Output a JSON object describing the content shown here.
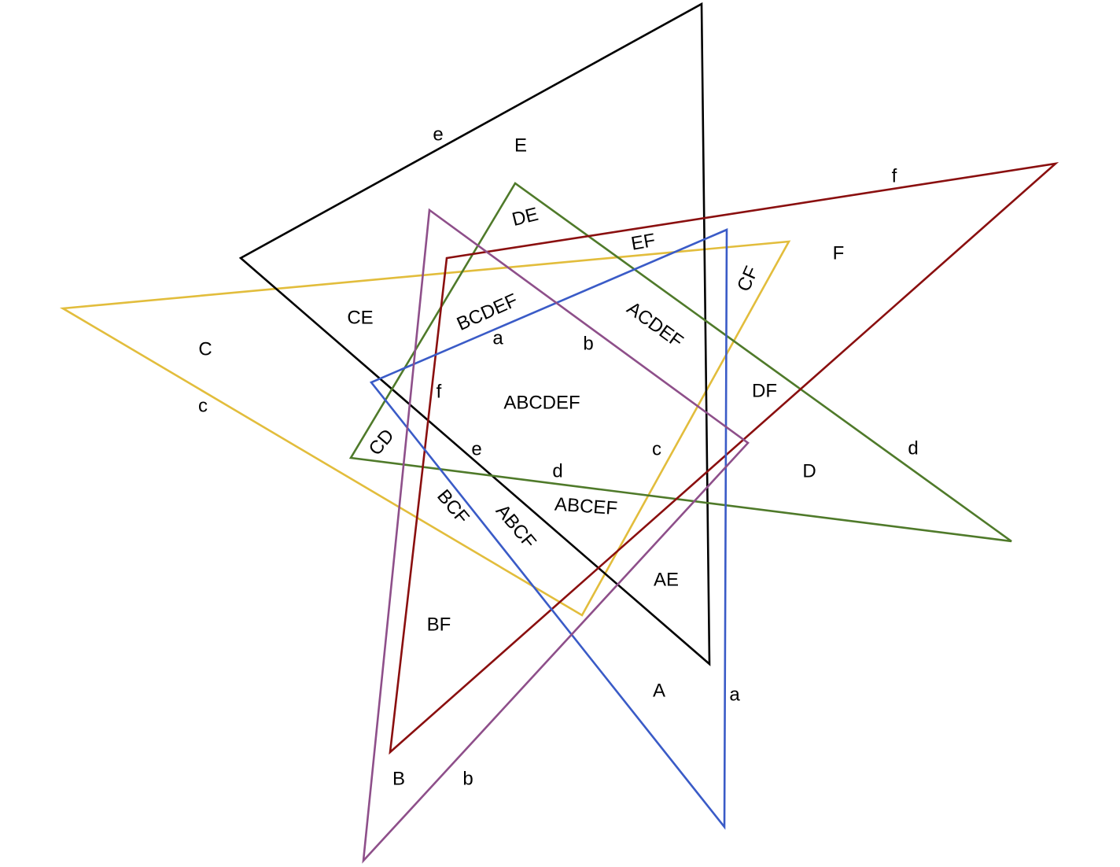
{
  "colors": {
    "A": "#3a5bc7",
    "B": "#8e4f8a",
    "C": "#e2bd3c",
    "D": "#4f7a2a",
    "E": "#000000",
    "F": "#8a0f0f",
    "background": "#ffffff",
    "text": "#000000"
  },
  "triangles": [
    {
      "set": "A",
      "color_key": "A"
    },
    {
      "set": "B",
      "color_key": "B"
    },
    {
      "set": "C",
      "color_key": "C"
    },
    {
      "set": "D",
      "color_key": "D"
    },
    {
      "set": "E",
      "color_key": "E"
    },
    {
      "set": "F",
      "color_key": "F"
    }
  ],
  "set_labels": {
    "A": "A",
    "B": "B",
    "C": "C",
    "D": "D",
    "E": "E",
    "F": "F"
  },
  "edge_labels": {
    "a_outer": "a",
    "a_inner": "a",
    "b_outer": "b",
    "b_inner": "b",
    "c_outer": "c",
    "c_inner": "c",
    "d_outer": "d",
    "d_inner": "d",
    "e_outer": "e",
    "e_inner": "e",
    "f_outer": "f",
    "f_inner": "f"
  },
  "region_labels": {
    "CE": "CE",
    "DE": "DE",
    "EF": "EF",
    "CF": "CF",
    "BCDEF": "BCDEF",
    "ACDEF": "ACDEF",
    "DF": "DF",
    "ABCDEF": "ABCDEF",
    "CD": "CD",
    "BCF": "BCF",
    "ABCF": "ABCF",
    "ABCEF": "ABCEF",
    "AE": "AE",
    "BF": "BF"
  }
}
